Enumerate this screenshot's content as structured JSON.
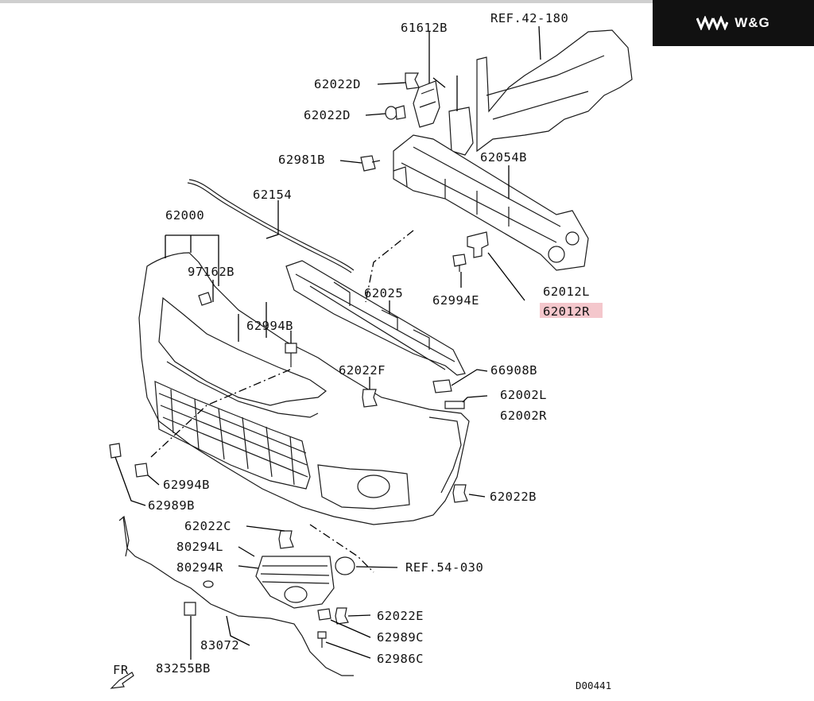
{
  "brand": {
    "name": "W&G"
  },
  "diagram": {
    "labels": {
      "p61612B": "61612B",
      "ref42": "REF.42-180",
      "p62022D_a": "62022D",
      "p62022D_b": "62022D",
      "p62981B": "62981B",
      "p62054B": "62054B",
      "p62154": "62154",
      "p62000": "62000",
      "p97162B": "97162B",
      "p62025": "62025",
      "p62994E": "62994E",
      "p62012L": "62012L",
      "p62012R": "62012R",
      "p62994B_a": "62994B",
      "p62022F": "62022F",
      "p66908B": "66908B",
      "p62002L": "62002L",
      "p62002R": "62002R",
      "p62994B_b": "62994B",
      "p62989B": "62989B",
      "p62022B": "62022B",
      "p62022C": "62022C",
      "p80294L": "80294L",
      "p80294R": "80294R",
      "ref54": "REF.54-030",
      "p62022E": "62022E",
      "p83072": "83072",
      "p62989C": "62989C",
      "p62986C": "62986C",
      "p83255BB": "83255BB",
      "fr": "FR",
      "code": "D00441"
    },
    "highlighted_label": "62012R",
    "highlight_color": "#f4c7cc"
  }
}
